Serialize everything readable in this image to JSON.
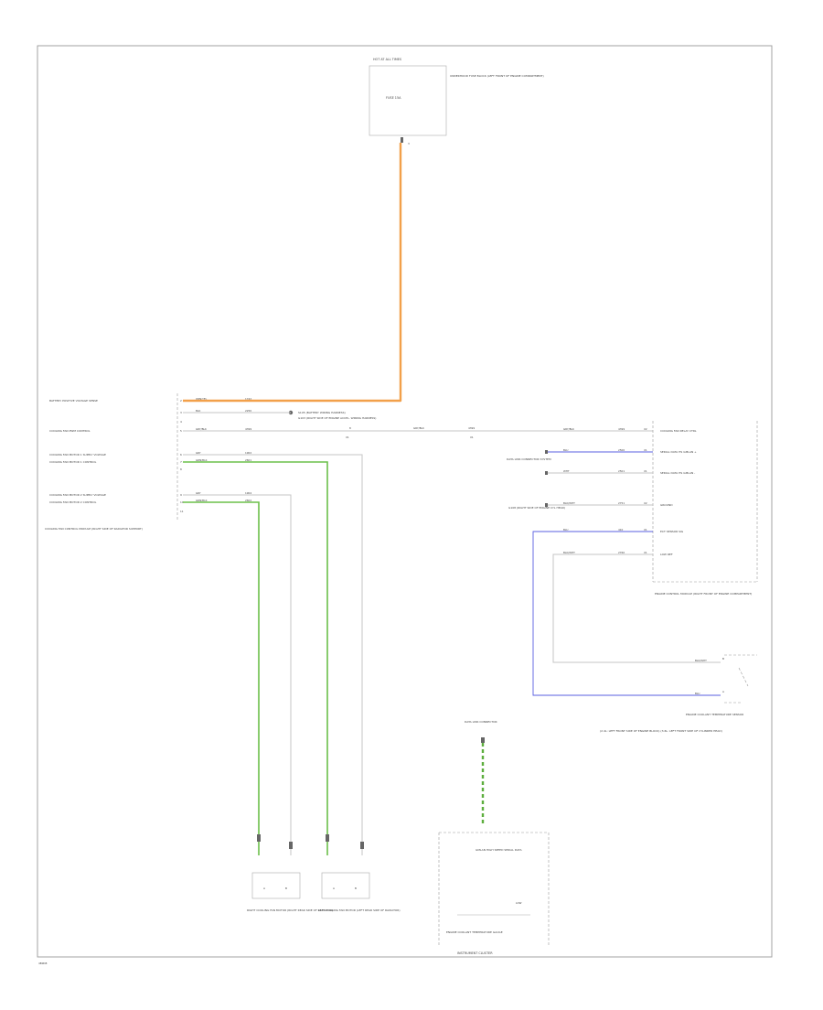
{
  "drawing_code": "4B9D8",
  "labels": {
    "top_module_title": "HOT AT ALL TIMES",
    "top_module_fuse": "FUSE 15A",
    "top_module_note": "UNDERHOOD FUSE BLOCK (LEFT FRONT OF ENGINE COMPARTMENT)",
    "top_pin": "3",
    "ground_note": "G103 (RIGHT SIDE OF ENGINE ACCEL. WIRING HARNESS)",
    "left_module_name": "COOLING FAN CONTROL MODULE (RIGHT SIDE OF RADIATOR SUPPORT)",
    "right_module_name": "ENGINE CONTROL MODULE (RIGHT FRONT OF ENGINE COMPARTMENT)",
    "sensor_name": "ENGINE COOLANT TEMPERATURE SENSOR",
    "sensor_note": "(2.4L: LEFT FRONT SIDE OF ENGINE BLOCK) (3.6L: LEFT FRONT SIDE OF CYLINDER HEAD)",
    "right_fan_name": "RIGHT COOLING FAN MOTOR (RIGHT REAR SIDE OF RADIATOR)",
    "left_fan_name": "LEFT COOLING FAN MOTOR (LEFT REAR SIDE OF RADIATOR)",
    "cluster_name": "INSTRUMENT CLUSTER",
    "cluster_gauge": "ENGINE COOLANT TEMPERATURE GAUGE",
    "cluster_conn": "LOW",
    "dlc_label": "DATA LINK CONNECTOR",
    "cluster_inner": "GMLAN HIGH SPEED SERIAL DATA"
  },
  "left_circuits": [
    {
      "label": "BATTERY POSITIVE VOLTAGE SENSE",
      "pin": "2",
      "color": "ORN/YEL",
      "circuit": "1742"
    },
    {
      "label": "",
      "pin": "3",
      "color": "BLK",
      "circuit": "2250"
    },
    {
      "label": "",
      "pin": "4",
      "color": "",
      "circuit": ""
    },
    {
      "label": "COOLING FAN PWM CONTROL",
      "pin": "5",
      "color": "GRY/BLK",
      "circuit": "4399"
    },
    {
      "label": "COOLING FAN MOTOR 1 SUPPLY VOLTAGE",
      "pin": "6",
      "color": "GRY",
      "circuit": "1902"
    },
    {
      "label": "COOLING FAN MOTOR 1 CONTROL",
      "pin": "7",
      "color": "GRN/BLK",
      "circuit": "2601"
    },
    {
      "label": "",
      "pin": "8",
      "color": "",
      "circuit": ""
    },
    {
      "label": "COOLING FAN MOTOR 2 SUPPLY VOLTAGE",
      "pin": "9",
      "color": "GRY",
      "circuit": "1904"
    },
    {
      "label": "COOLING FAN MOTOR 2 CONTROL",
      "pin": "10",
      "color": "GRN/BLK",
      "circuit": "2602"
    },
    {
      "label": "",
      "pin": "11",
      "color": "",
      "circuit": ""
    }
  ],
  "splice_note": "S105 (BATTERY WIRING HARNESS)",
  "mid_labels": {
    "pwm_color_mid": "GRY/BLK",
    "pwm_circuit_mid": "4399",
    "pwm_pin_a": "8",
    "pwm_pin_b": "X1",
    "pwm_pin_c": "X1"
  },
  "ecm_pins": [
    {
      "label": "COOLING FAN RELAY CTRL",
      "pin": "X2",
      "color": "GRY/BLK",
      "circuit": "4399"
    },
    {
      "label": "SERIAL DATA HS GMLAN +",
      "pin": "X1",
      "color": "BLU",
      "circuit": "2500"
    },
    {
      "label": "SERIAL DATA HS GMLAN -",
      "pin": "X1",
      "color": "WHT",
      "circuit": "2501"
    },
    {
      "label": "GROUND",
      "pin": "X2",
      "color": "BLK/WHT",
      "circuit": "2751"
    },
    {
      "label": "ECT SENSOR SIG",
      "pin": "X1",
      "color": "BLU",
      "circuit": "410"
    },
    {
      "label": "LOW REF",
      "pin": "X1",
      "color": "BLK/WHT",
      "circuit": "2760"
    }
  ],
  "ecm_side_notes": {
    "dlc_ref": "DATA LINK CONNECTOR SYSTEM",
    "gnd_ref": "G108 (RIGHT SIDE OF ENGINE CYL HEAD)"
  },
  "sensor_wires": [
    {
      "color": "BLK/WHT",
      "pin": "B"
    },
    {
      "color": "BLU",
      "pin": "A"
    }
  ],
  "fan_pins": [
    "A",
    "B"
  ]
}
